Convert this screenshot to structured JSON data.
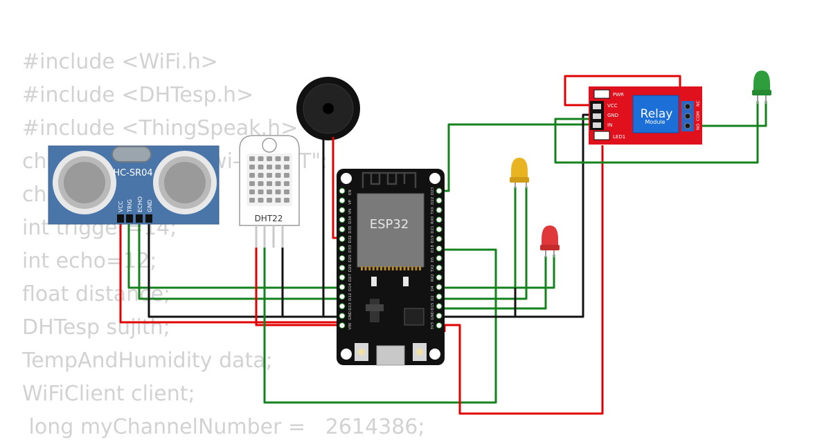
{
  "code_lines": [
    "#include <WiFi.h>",
    "#include <DHTesp.h>",
    "#include <ThingSpeak.h>",
    "char* ssid = \"Wokwi-GUEST\";",
    "char* pass = \"\";",
    "int trigger=14;",
    "int echo=12;",
    "float distance;",
    "DHTesp sujith;",
    "TempAndHumidity data;",
    "WiFiClient client;",
    " long myChannelNumber =   2614386;"
  ],
  "components": {
    "ultrasonic": {
      "label": "HC-SR04",
      "pins": [
        "VCC",
        "TRIG",
        "ECHO",
        "GND"
      ]
    },
    "dht": {
      "label": "DHT22"
    },
    "esp32": {
      "label": "ESP32",
      "left_pins": [
        "EN",
        "VP",
        "VN",
        "D34",
        "D35",
        "D32",
        "D33",
        "D25",
        "D26",
        "D27",
        "D14",
        "D12",
        "D13",
        "GND",
        "VIN"
      ],
      "right_pins": [
        "D23",
        "D22",
        "TX0",
        "RX0",
        "D21",
        "D19",
        "D18",
        "D5",
        "TX2",
        "RX2",
        "D4",
        "D2",
        "D15",
        "GND",
        "3V3"
      ]
    },
    "relay": {
      "label": "Relay",
      "sublabel": "Module",
      "pins": [
        "VCC",
        "GND",
        "IN"
      ],
      "indicators": [
        "PWR",
        "LED1"
      ],
      "terminals": [
        "NO",
        "COM",
        "NC"
      ]
    },
    "leds": [
      {
        "name": "led-green",
        "color": "#2e9e3c"
      },
      {
        "name": "led-yellow",
        "color": "#e8b422"
      },
      {
        "name": "led-red",
        "color": "#e0383a"
      }
    ]
  },
  "colors": {
    "wire_green": "#14821c",
    "wire_red": "#e00000",
    "wire_black": "#111111",
    "board_blue": "#4a75a8",
    "relay_red": "#e0101c",
    "esp_black": "#111111"
  }
}
